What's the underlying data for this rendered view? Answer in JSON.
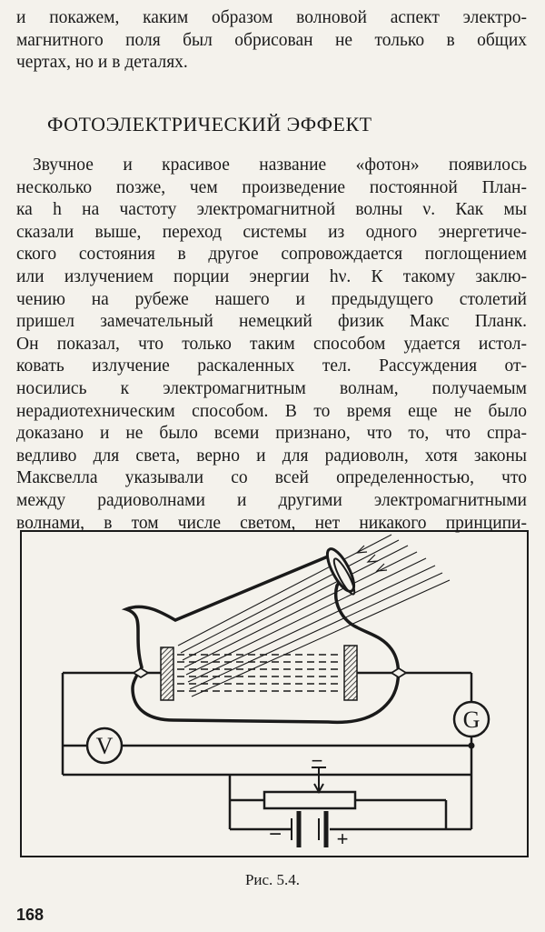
{
  "intro_lines": [
    "и покажем, каким образом волновой аспект электро-",
    "магнитного поля был обрисован не только в общих",
    "чертах, но и в деталях."
  ],
  "heading": "ФОТОЭЛЕКТРИЧЕСКИЙ ЭФФЕКТ",
  "paragraph_lines": [
    "Звучное и красивое название «фотон» появилось",
    "несколько позже, чем произведение постоянной План-",
    "ка h на частоту электромагнитной волны ν. Как мы",
    "сказали выше, переход системы из одного энергетиче-",
    "ского состояния в другое сопровождается поглощением",
    "или излучением порции энергии hν. К такому заклю-",
    "чению на рубеже нашего и предыдущего столетий",
    "пришел замечательный немецкий физик Макс Планк.",
    "Он показал, что только таким способом удается истол-",
    "ковать излучение раскаленных тел. Рассуждения от-",
    "носились к электромагнитным волнам, получаемым",
    "нерадиотехническим способом. В то время еще не было",
    "доказано и не было всеми признано, что то, что спра-",
    "ведливо для света, верно и для радиоволн, хотя законы",
    "Максвелла указывали со всей определенностью, что",
    "между радиоволнами и другими электромагнитными",
    "волнами, в том числе светом, нет никакого принципи-"
  ],
  "figure": {
    "voltmeter_label": "V",
    "galvanometer_label": "G",
    "minus_sign": "−",
    "plus_sign": "+"
  },
  "caption": "Рис. 5.4.",
  "page_number": "168"
}
